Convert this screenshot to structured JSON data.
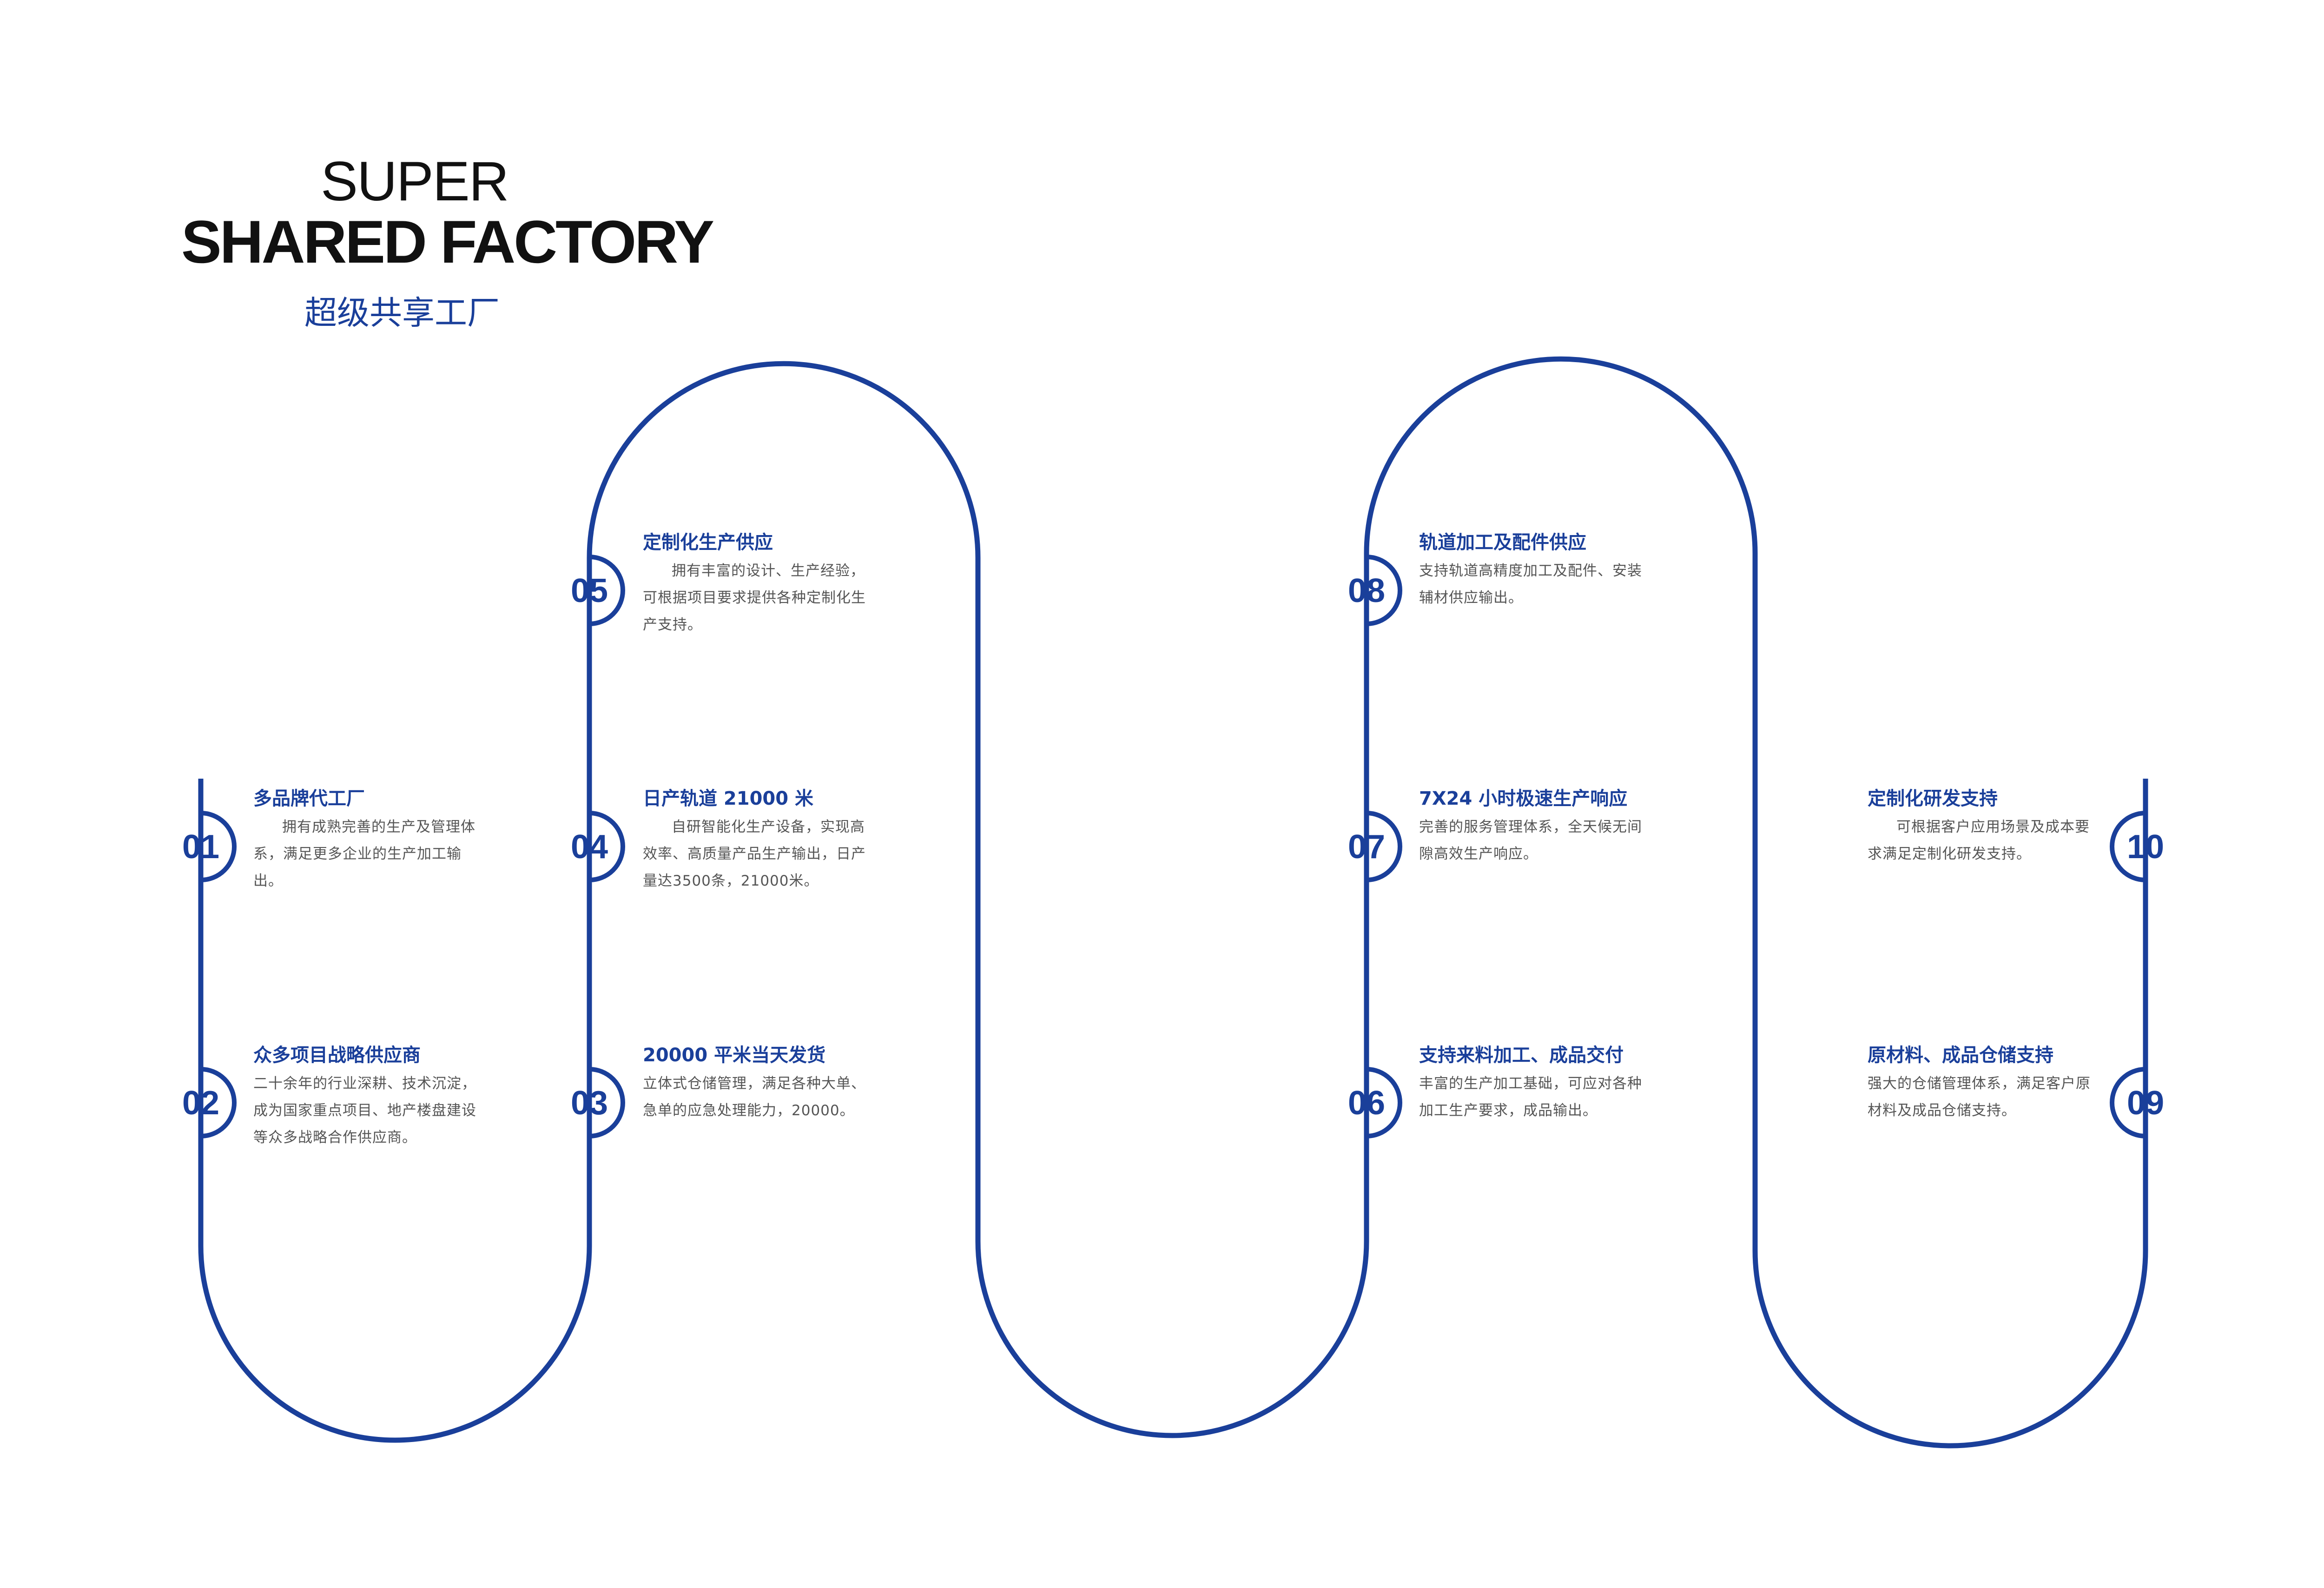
{
  "header": {
    "title_line1": "SUPER",
    "title_line2": "SHARED FACTORY",
    "title_cn": "超级共享工厂"
  },
  "colors": {
    "accent": "#1a3f9a",
    "title": "#111111",
    "body_text": "#555555",
    "background": "#ffffff"
  },
  "steps": [
    {
      "number": "01",
      "title": "多品牌代工厂",
      "desc": "拥有成熟完善的生产及管理体系，满足更多企业的生产加工输出。"
    },
    {
      "number": "02",
      "title": "众多项目战略供应商",
      "desc": "二十余年的行业深耕、技术沉淀，　　成为国家重点项目、地产楼盘建设等众多战略合作供应商。"
    },
    {
      "number": "03",
      "title": "20000 平米当天发货",
      "desc": "立体式仓储管理，满足各种大单、急单的应急处理能力，20000。"
    },
    {
      "number": "04",
      "title": "日产轨道 21000 米",
      "desc": "自研智能化生产设备，实现高效率、高质量产品生产输出，日产量达3500条，21000米。"
    },
    {
      "number": "05",
      "title": "定制化生产供应",
      "desc": "拥有丰富的设计、生产经验，可根据项目要求提供各种定制化生产支持。"
    },
    {
      "number": "06",
      "title": "支持来料加工、成品交付",
      "desc": "丰富的生产加工基础，可应对各种加工生产要求，成品输出。"
    },
    {
      "number": "07",
      "title": "7X24 小时极速生产响应",
      "desc": "完善的服务管理体系，全天候无间隙高效生产响应。"
    },
    {
      "number": "08",
      "title": "轨道加工及配件供应",
      "desc": "支持轨道高精度加工及配件、安装辅材供应输出。"
    },
    {
      "number": "09",
      "title": "原材料、成品仓储支持",
      "desc": "强大的仓储管理体系，满足客户原材料及成品仓储支持。"
    },
    {
      "number": "10",
      "title": "定制化研发支持",
      "desc": "可根据客户应用场景及成本要求满足定制化研发支持。"
    }
  ]
}
